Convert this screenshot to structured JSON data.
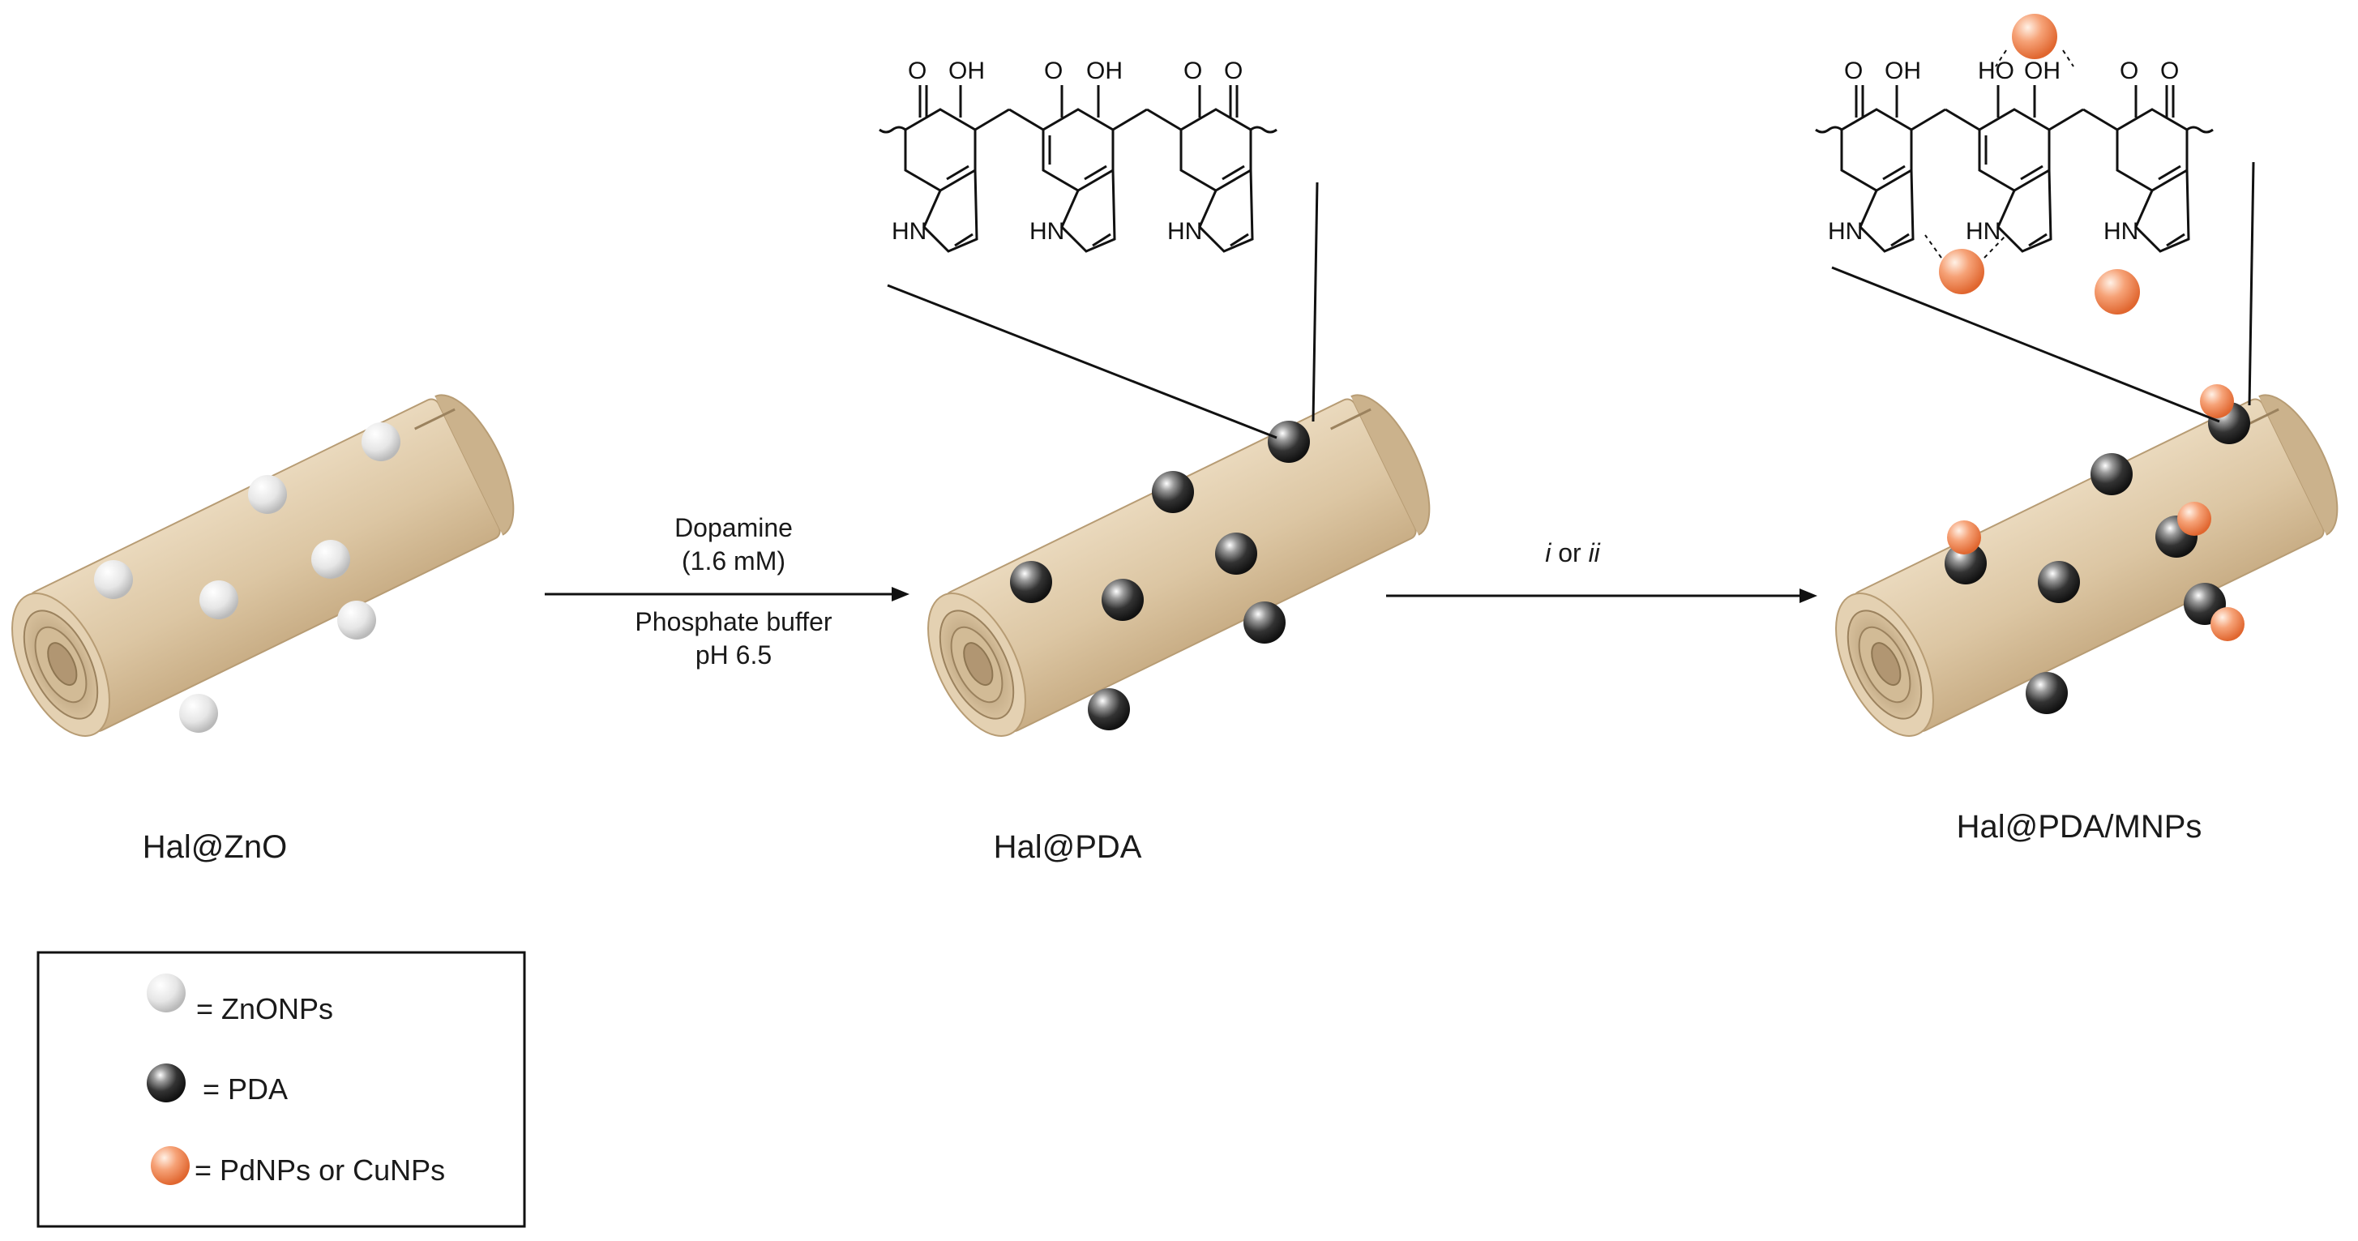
{
  "scheme": {
    "step1": {
      "line1": "Dopamine",
      "line2": "(1.6 mM)",
      "line3": "Phosphate buffer",
      "line4": "pH 6.5"
    },
    "step2": {
      "label_i": "i",
      "label_or": " or ",
      "label_ii": "ii"
    },
    "products": {
      "hal_zno": "Hal@ZnO",
      "hal_pda": "Hal@PDA",
      "hal_pda_mnps": "Hal@PDA/MNPs"
    }
  },
  "structure_atoms": {
    "o": "O",
    "oh": "OH",
    "ho": "HO",
    "hn": "HN"
  },
  "legend": {
    "items": [
      {
        "label": "= ZnONPs",
        "sphere": "zno"
      },
      {
        "label": "= PDA",
        "sphere": "pda"
      },
      {
        "label": "= PdNPs or CuNPs",
        "sphere": "metal"
      }
    ]
  },
  "colors": {
    "tube": "#d9c3a0",
    "tube_dark": "#b79c74",
    "zno": "#e8e8e8",
    "pda": "#2a2a2a",
    "metal": "#f28a55"
  }
}
